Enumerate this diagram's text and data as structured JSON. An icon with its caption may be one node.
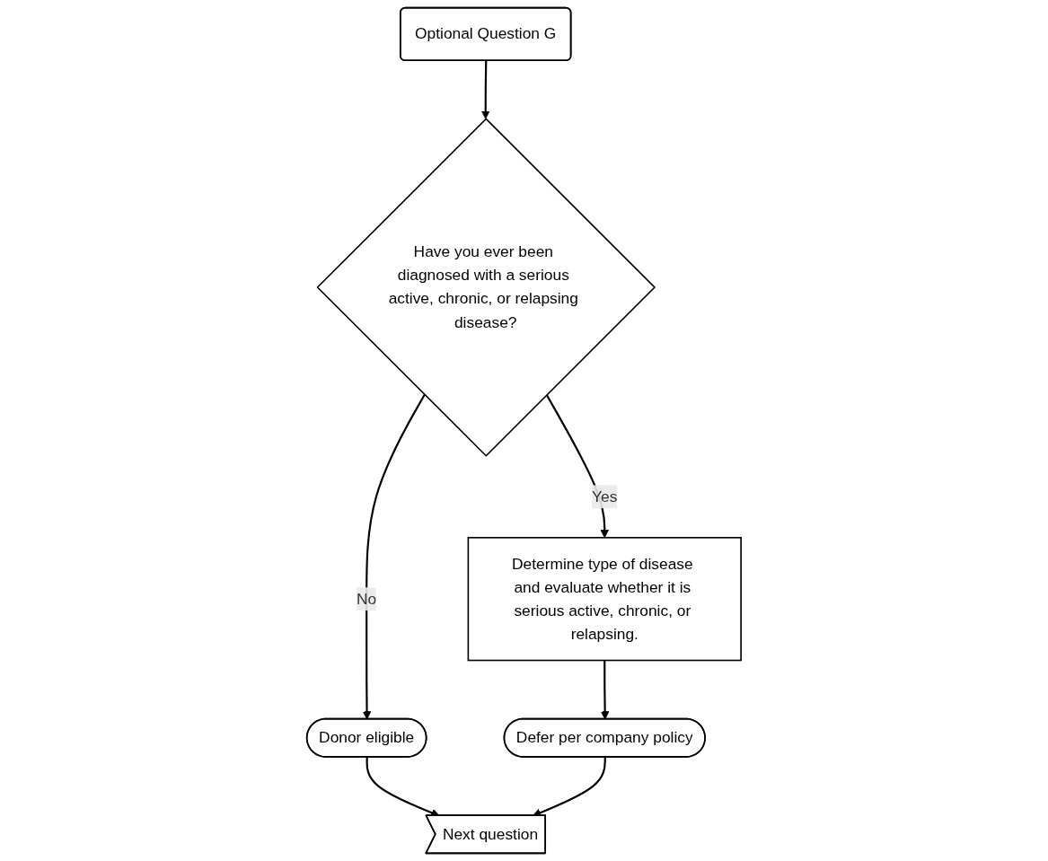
{
  "diagram": {
    "nodes": [
      {
        "text": [
          "Optional Question G"
        ]
      },
      {
        "text": [
          "Have you ever been diagnosed with a serious active, chronic, or relapsing disease?"
        ]
      },
      {
        "text": [
          "Donor eligible"
        ]
      },
      {
        "text": [
          "Determine type of disease and evaluate whether it is serious active, chronic, or relapsing."
        ]
      },
      {
        "text": [
          "Defer per company policy"
        ]
      },
      {
        "text": [
          "Next question"
        ]
      }
    ],
    "edges": [
      {
        "from": 0,
        "to": 1,
        "arrow": "to"
      },
      {
        "from": 1,
        "to": 2,
        "label": "No",
        "arrow": "to"
      },
      {
        "from": 1,
        "to": 3,
        "label": "Yes",
        "arrow": "to"
      },
      {
        "from": 2,
        "to": 5,
        "arrow": "to"
      },
      {
        "from": 3,
        "to": 4,
        "arrow": "to"
      },
      {
        "from": 4,
        "to": 5,
        "arrow": "to"
      }
    ]
  }
}
